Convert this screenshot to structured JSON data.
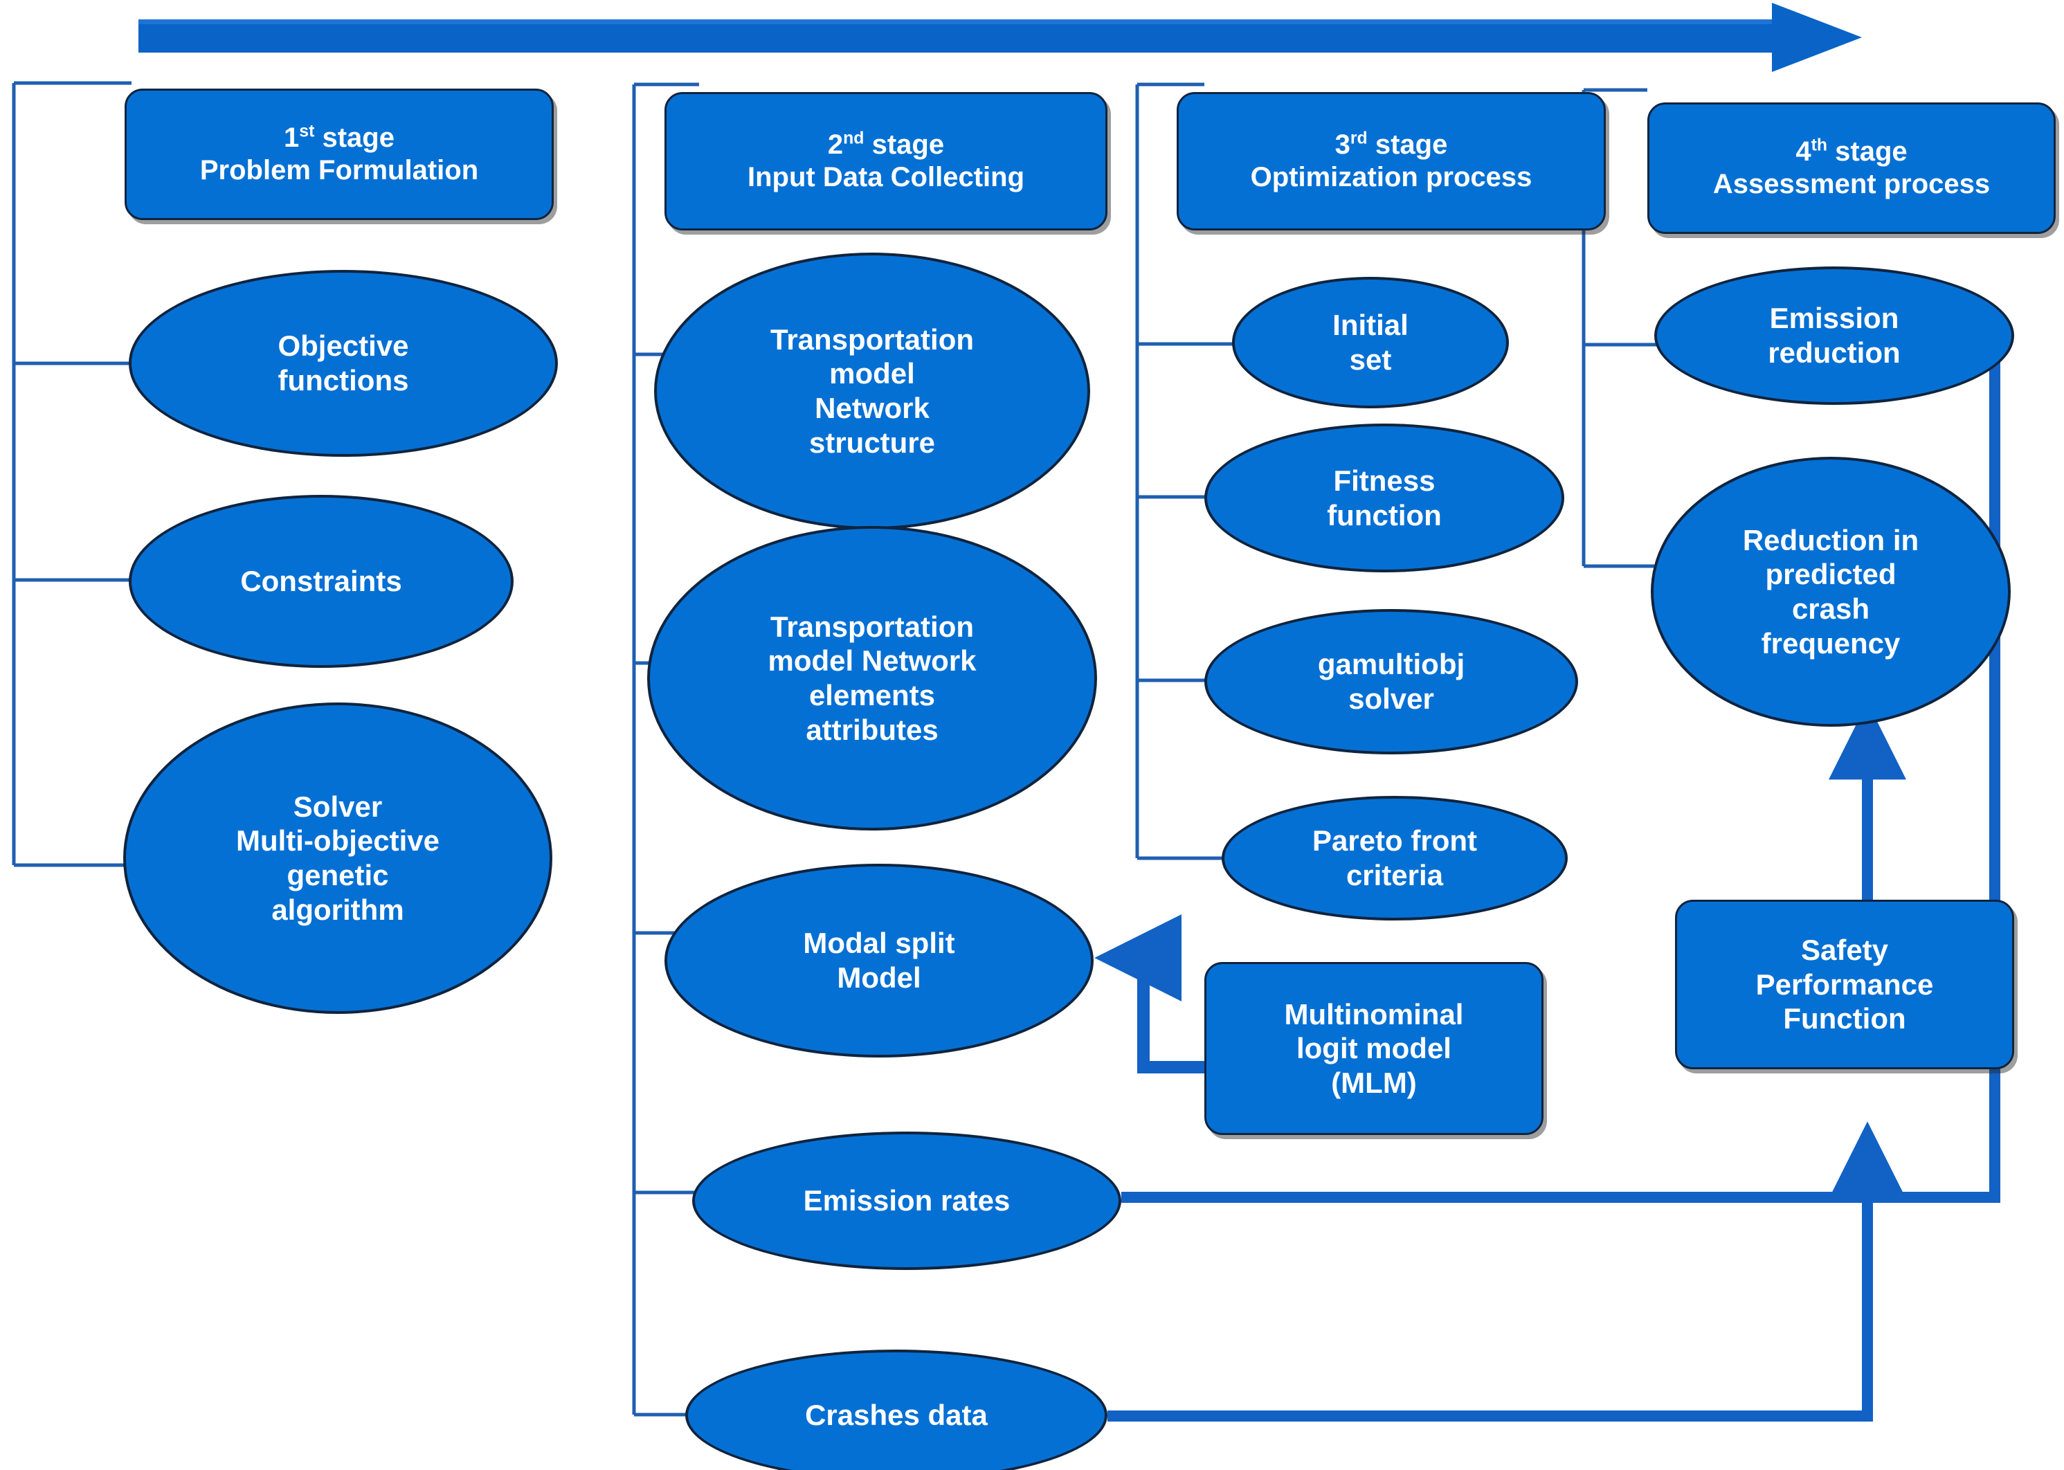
{
  "diagram": {
    "title_flow_arrow": "process-flow-arrow",
    "accent_color": "#0570D4",
    "outline_color": "#10243e",
    "connector_color": "#1F5FB0",
    "background": "#ffffff"
  },
  "stages": [
    {
      "id": "stage-1",
      "ordinal": "1",
      "ordinal_suffix": "st",
      "stage_word": "stage",
      "name": "Problem Formulation",
      "nodes": [
        {
          "id": "objective-functions",
          "label": "Objective\nfunctions"
        },
        {
          "id": "constraints",
          "label": "Constraints"
        },
        {
          "id": "solver-moga",
          "label": "Solver\nMulti-objective\ngenetic\nalgorithm"
        }
      ]
    },
    {
      "id": "stage-2",
      "ordinal": "2",
      "ordinal_suffix": "nd",
      "stage_word": "stage",
      "name": "Input Data Collecting",
      "nodes": [
        {
          "id": "transportation-model-network-structure",
          "label": "Transportation\nmodel\nNetwork\nstructure"
        },
        {
          "id": "transportation-model-network-elements-attributes",
          "label": "Transportation\nmodel Network\nelements\nattributes"
        },
        {
          "id": "modal-split-model",
          "label": "Modal split\nModel"
        },
        {
          "id": "emission-rates",
          "label": "Emission rates"
        },
        {
          "id": "crashes-data",
          "label": "Crashes data"
        }
      ]
    },
    {
      "id": "stage-3",
      "ordinal": "3",
      "ordinal_suffix": "rd",
      "stage_word": "stage",
      "name": "Optimization process",
      "nodes": [
        {
          "id": "initial-set",
          "label": "Initial\nset"
        },
        {
          "id": "fitness-function",
          "label": "Fitness\nfunction"
        },
        {
          "id": "gamultiobj-solver",
          "label": "gamultiobj\nsolver"
        },
        {
          "id": "pareto-front-criteria",
          "label": "Pareto front\ncriteria"
        }
      ]
    },
    {
      "id": "stage-4",
      "ordinal": "4",
      "ordinal_suffix": "th",
      "stage_word": "stage",
      "name": "Assessment process",
      "nodes": [
        {
          "id": "emission-reduction",
          "label": "Emission\nreduction"
        },
        {
          "id": "reduction-predicted-crash-frequency",
          "label": "Reduction in\npredicted\ncrash\nfrequency"
        }
      ]
    }
  ],
  "support_boxes": [
    {
      "id": "multinominal-logit-model",
      "label": "Multinominal\nlogit model\n(MLM)"
    },
    {
      "id": "safety-performance-function",
      "label": "Safety\nPerformance\nFunction"
    }
  ],
  "connections": [
    {
      "id": "mlm-to-modal-split",
      "from": "multinominal-logit-model",
      "to": "modal-split-model"
    },
    {
      "id": "emission-rates-to-emission-reduction",
      "from": "emission-rates",
      "to": "emission-reduction"
    },
    {
      "id": "crashes-data-to-safety-performance-function",
      "from": "crashes-data",
      "to": "safety-performance-function"
    },
    {
      "id": "spf-to-reduction-crash-frequency",
      "from": "safety-performance-function",
      "to": "reduction-predicted-crash-frequency"
    }
  ]
}
